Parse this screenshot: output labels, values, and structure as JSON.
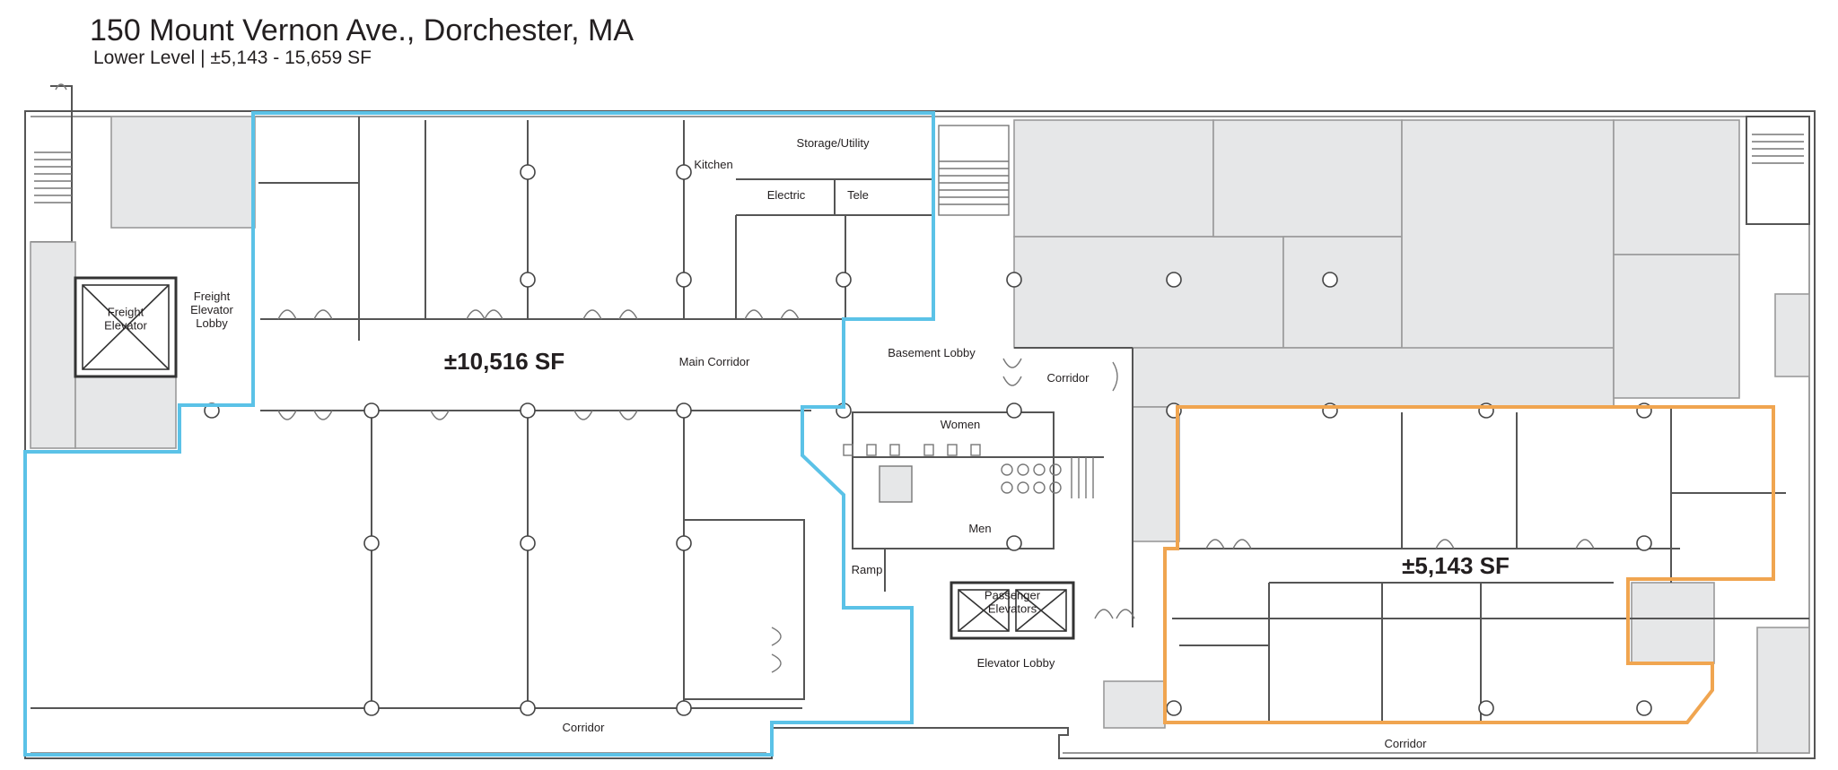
{
  "header": {
    "title": "150 Mount Vernon Ave., Dorchester, MA",
    "subtitle": "Lower Level | ±5,143 - 15,659 SF"
  },
  "suites": {
    "suite_a_area": "±10,516 SF",
    "suite_b_area": "±5,143 SF"
  },
  "rooms": {
    "freight_elevator": "Freight\nElevator",
    "freight_elevator_lobby": "Freight\nElevator\nLobby",
    "main_corridor": "Main Corridor",
    "kitchen": "Kitchen",
    "storage_utility": "Storage/Utility",
    "electric": "Electric",
    "tele": "Tele",
    "basement_lobby": "Basement  Lobby",
    "corridor_center": "Corridor",
    "women": "Women",
    "men": "Men",
    "ramp": "Ramp",
    "passenger_elevators": "Passenger\nElevators",
    "elevator_lobby": "Elevator Lobby",
    "corridor_bottom_left": "Corridor",
    "corridor_bottom_right": "Corridor"
  },
  "colors": {
    "suite_a_outline": "#5bc2e7",
    "suite_b_outline": "#f0a550",
    "non_leasable_fill": "#e6e7e8",
    "wall": "#555555"
  }
}
